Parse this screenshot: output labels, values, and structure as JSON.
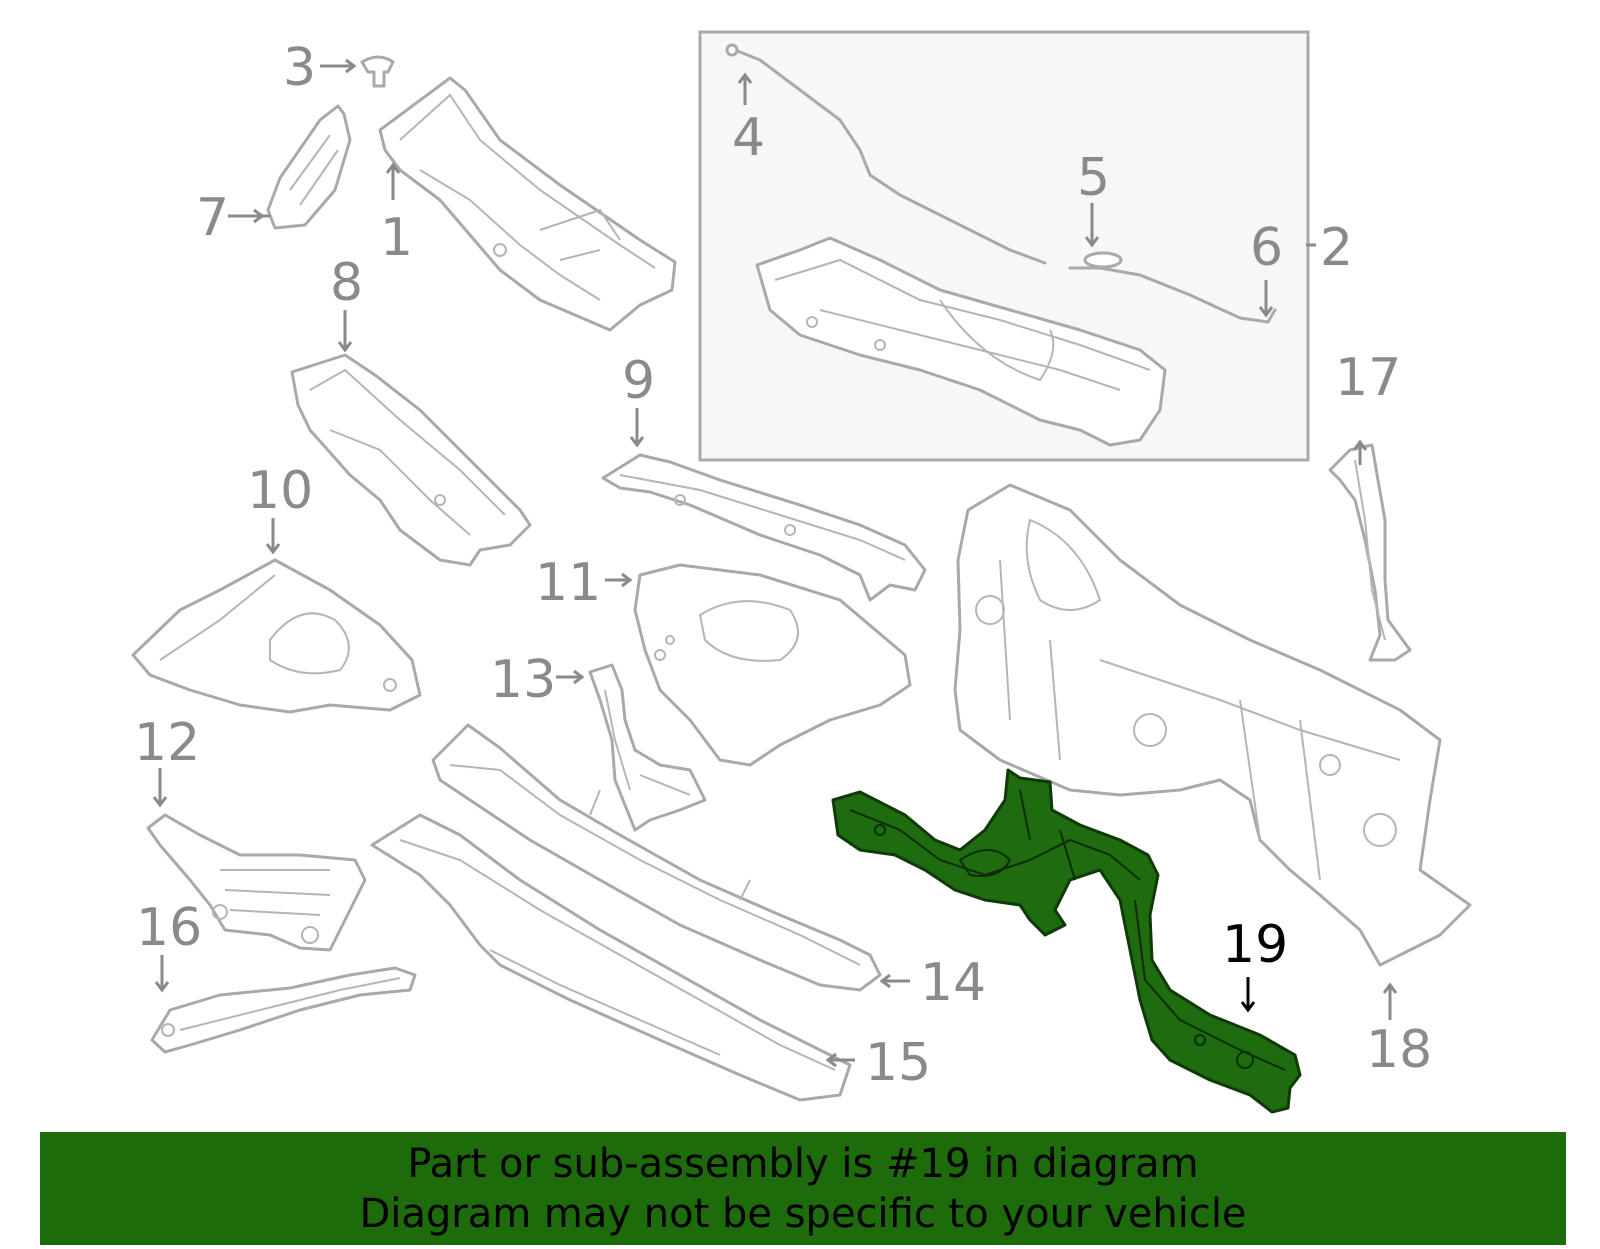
{
  "callouts": [
    {
      "id": "1",
      "label": "1"
    },
    {
      "id": "2",
      "label": "2"
    },
    {
      "id": "3",
      "label": "3"
    },
    {
      "id": "4",
      "label": "4"
    },
    {
      "id": "5",
      "label": "5"
    },
    {
      "id": "6",
      "label": "6"
    },
    {
      "id": "7",
      "label": "7"
    },
    {
      "id": "8",
      "label": "8"
    },
    {
      "id": "9",
      "label": "9"
    },
    {
      "id": "10",
      "label": "10"
    },
    {
      "id": "11",
      "label": "11"
    },
    {
      "id": "12",
      "label": "12"
    },
    {
      "id": "13",
      "label": "13"
    },
    {
      "id": "14",
      "label": "14"
    },
    {
      "id": "15",
      "label": "15"
    },
    {
      "id": "16",
      "label": "16"
    },
    {
      "id": "17",
      "label": "17"
    },
    {
      "id": "18",
      "label": "18"
    },
    {
      "id": "19",
      "label": "19"
    }
  ],
  "highlighted_part": "19",
  "banner": {
    "line1": "Part or sub-assembly is #19 in diagram",
    "line2": "Diagram may not be specific to your vehicle"
  },
  "colors": {
    "highlight": "#1f6b10",
    "banner": "#1e6b0c",
    "outline": "#a9a9a9",
    "callout": "#8a8a8a"
  }
}
